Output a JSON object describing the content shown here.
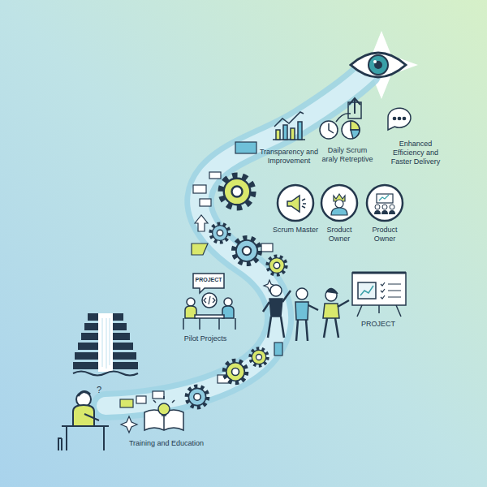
{
  "diagram": {
    "nodes": [
      {
        "text": [
          "Scrum Master"
        ]
      },
      {
        "text": [
          "Sroduct Owner"
        ]
      },
      {
        "text": [
          "Product Owner"
        ]
      }
    ],
    "labels": [
      "Transparency and Improvement",
      "Daily Scrum araly Retreptive",
      "Enhanced Efficiency and Faster Delivery",
      "PROJECT",
      "Pilot Projects",
      "PROJECT",
      "Training and Education",
      "?"
    ]
  }
}
